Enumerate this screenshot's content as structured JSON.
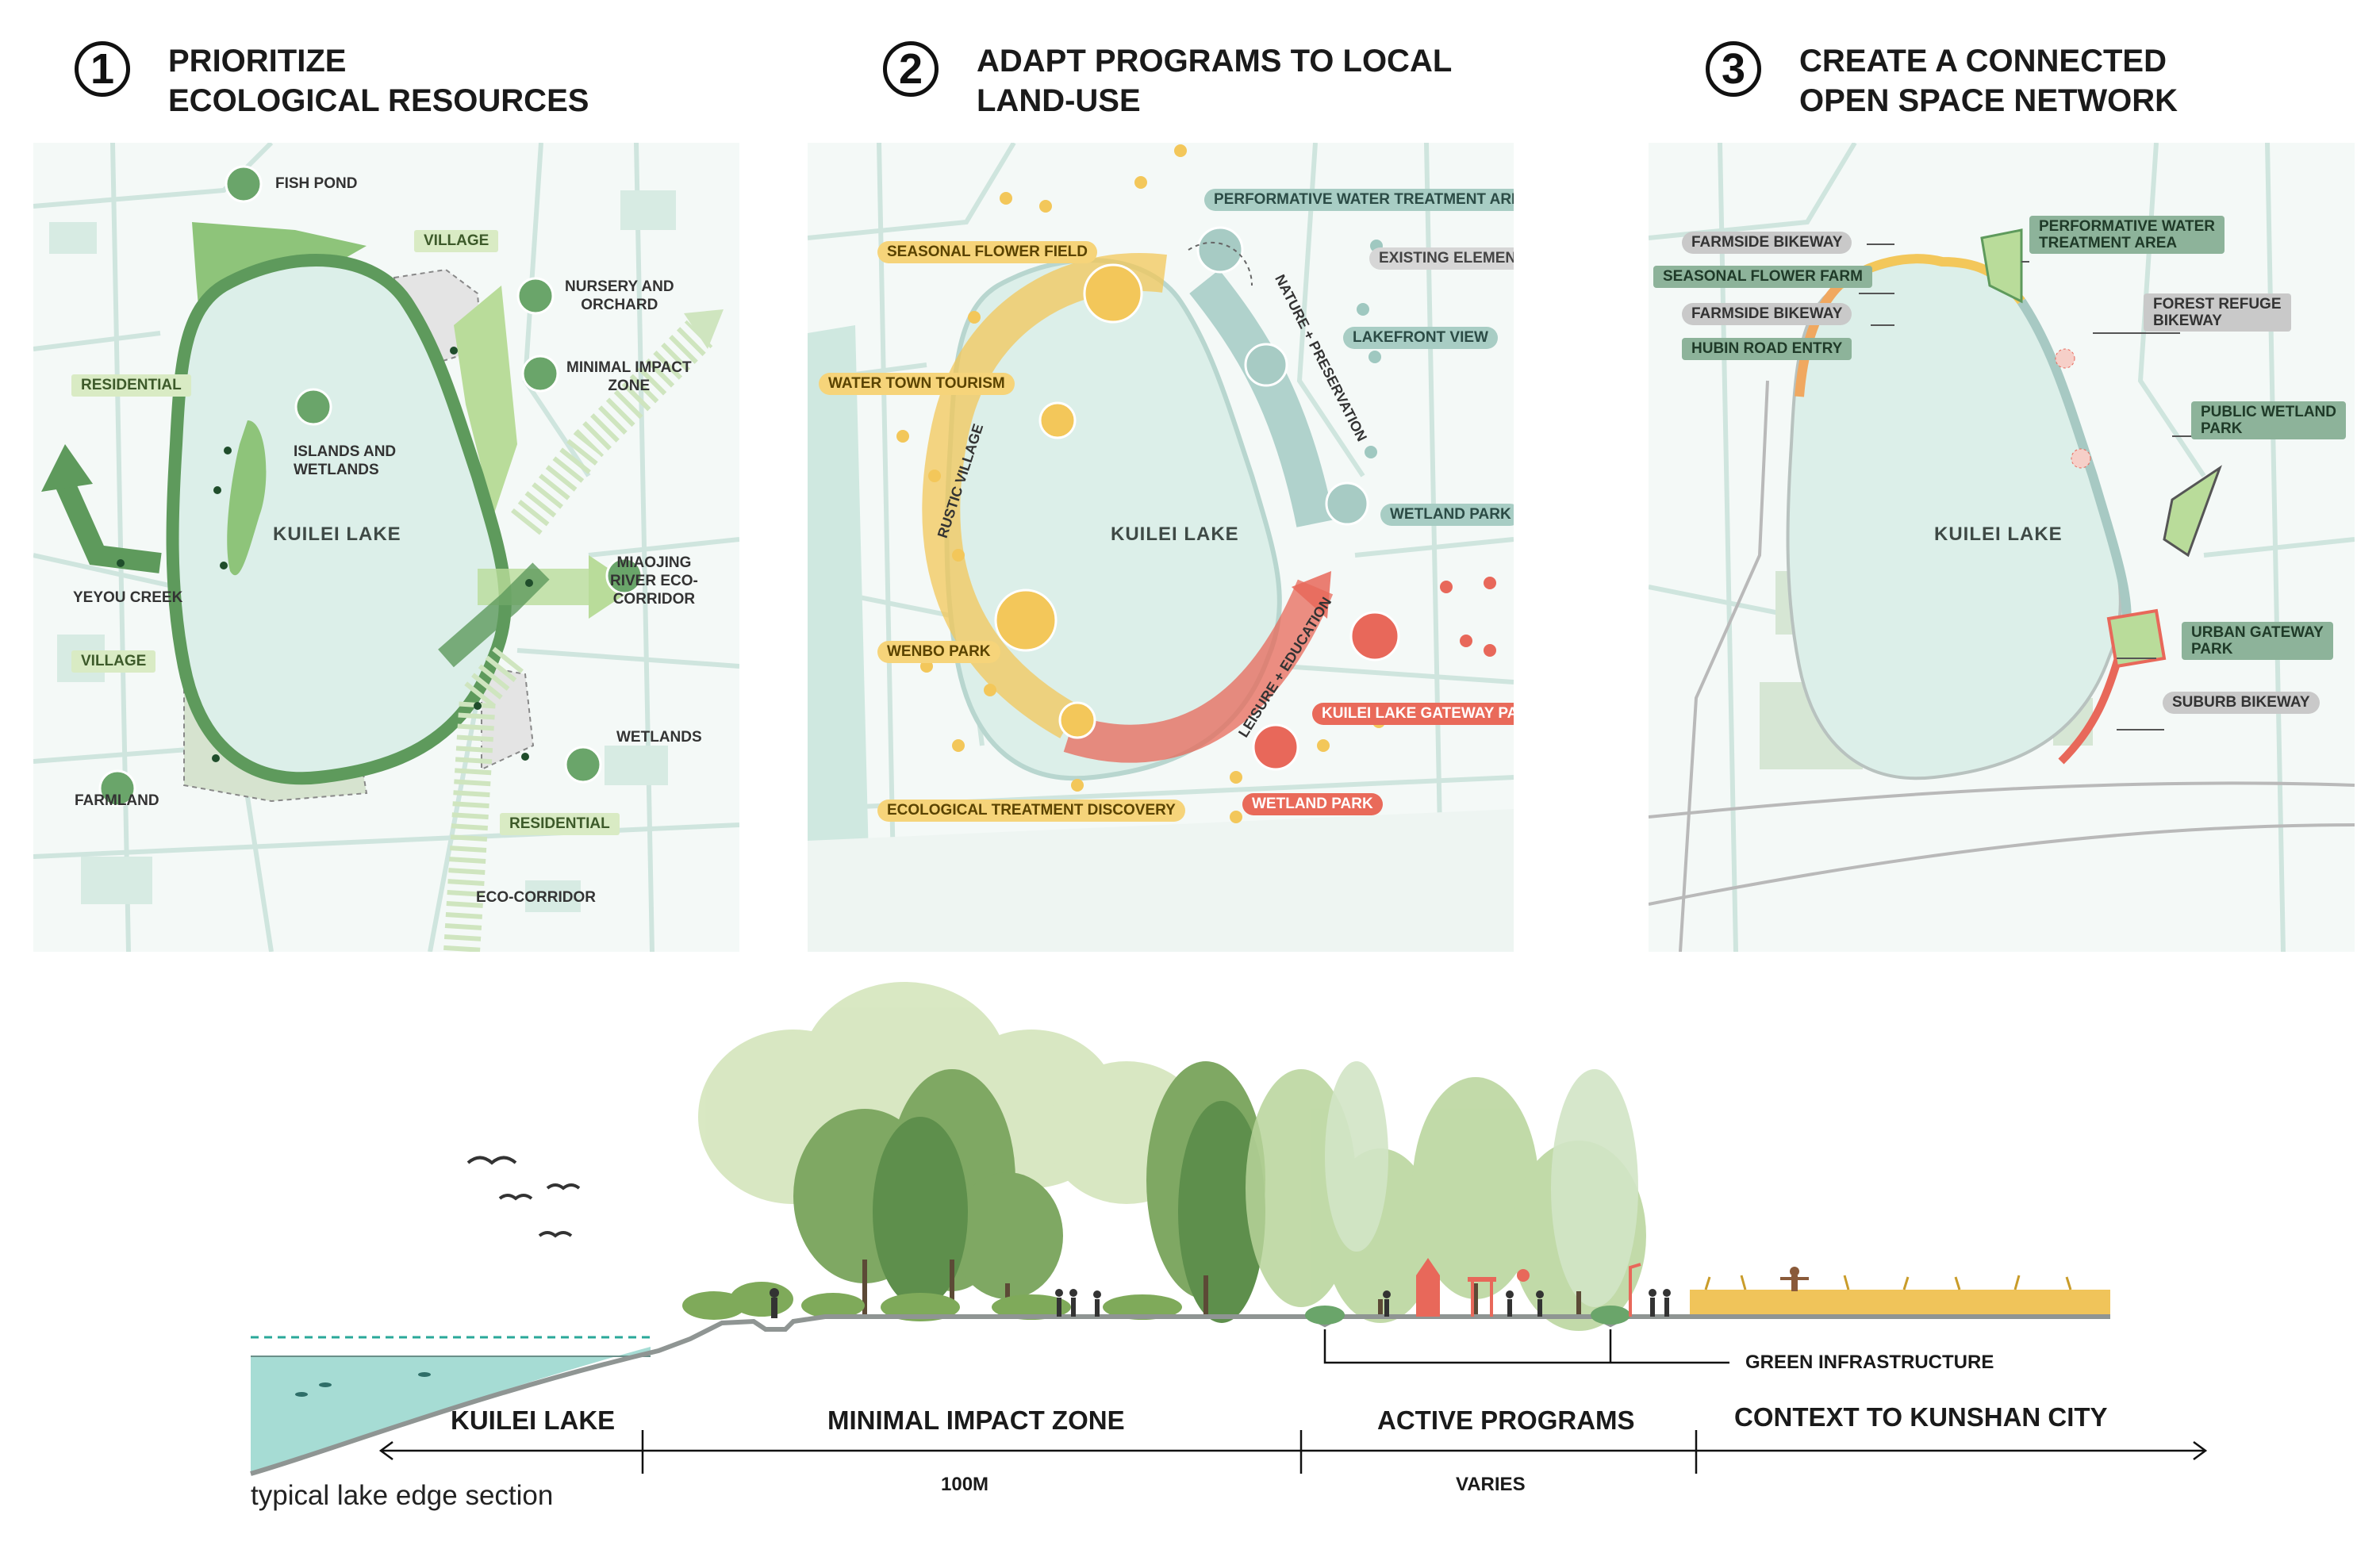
{
  "headers": [
    {
      "num": "1",
      "line1": "PRIORITIZE",
      "line2": "ECOLOGICAL RESOURCES"
    },
    {
      "num": "2",
      "line1": "ADAPT PROGRAMS TO LOCAL",
      "line2": "LAND-USE"
    },
    {
      "num": "3",
      "line1": "CREATE A CONNECTED",
      "line2": "OPEN SPACE NETWORK"
    }
  ],
  "lake_name": "KUILEI LAKE",
  "panel1": {
    "fish_pond": "FISH POND",
    "village_top": "VILLAGE",
    "nursery_l1": "NURSERY AND",
    "nursery_l2": "ORCHARD",
    "residential_left": "RESIDENTIAL",
    "minimal_l1": "MINIMAL IMPACT",
    "minimal_l2": "ZONE",
    "islands_l1": "ISLANDS AND",
    "islands_l2": "WETLANDS",
    "yeyou_creek": "YEYOU CREEK",
    "miaojing_l1": "MIAOJING",
    "miaojing_l2": "RIVER ECO-",
    "miaojing_l3": "CORRIDOR",
    "village_left": "VILLAGE",
    "wetlands": "WETLANDS",
    "farmland": "FARMLAND",
    "residential_bottom": "RESIDENTIAL",
    "eco_corridor": "ECO-CORRIDOR"
  },
  "panel2": {
    "performative": "PERFORMATIVE WATER TREATMENT AREA",
    "seasonal_flower_field": "SEASONAL FLOWER FIELD",
    "existing_elements": "EXISTING ELEMENTS",
    "lakefront_view": "LAKEFRONT VIEW",
    "water_town_tourism": "WATER TOWN TOURISM",
    "rustic_village": "RUSTIC VILLAGE",
    "nature_preservation": "NATURE + PRESERVATION",
    "wetland_park_right": "WETLAND PARK",
    "wenbo_park": "WENBO PARK",
    "leisure_education": "LEISURE + EDUCATION",
    "gateway_park": "KUILEI LAKE GATEWAY PARK",
    "wetland_park_bottom": "WETLAND PARK",
    "eco_treatment": "ECOLOGICAL TREATMENT DISCOVERY"
  },
  "panel3": {
    "farmside_bikeway_1": "FARMSIDE BIKEWAY",
    "performative_l1": "PERFORMATIVE WATER",
    "performative_l2": "TREATMENT AREA",
    "seasonal_flower_farm": "SEASONAL FLOWER FARM",
    "forest_l1": "FOREST REFUGE",
    "forest_l2": "BIKEWAY",
    "farmside_bikeway_2": "FARMSIDE BIKEWAY",
    "hubin_road_entry": "HUBIN ROAD ENTRY",
    "public_wetland_l1": "PUBLIC WETLAND",
    "public_wetland_l2": "PARK",
    "urban_gateway_l1": "URBAN GATEWAY",
    "urban_gateway_l2": "PARK",
    "suburb_bikeway": "SUBURB BIKEWAY"
  },
  "section": {
    "green_infrastructure": "GREEN INFRASTRUCTURE",
    "zone1": "KUILEI LAKE",
    "zone2": "MINIMAL IMPACT ZONE",
    "zone3": "ACTIVE PROGRAMS",
    "zone4": "CONTEXT TO KUNSHAN CITY",
    "dim1": "100M",
    "dim2": "VARIES",
    "caption": "typical lake edge section"
  },
  "colors": {
    "lake": "#dcefe9",
    "green_dark": "#5e9a5c",
    "green_light": "#b9dc9a",
    "yellow": "#f3c75a",
    "red": "#e8685a",
    "teal": "#9fc8c0",
    "water_section": "#a6dcd4"
  }
}
